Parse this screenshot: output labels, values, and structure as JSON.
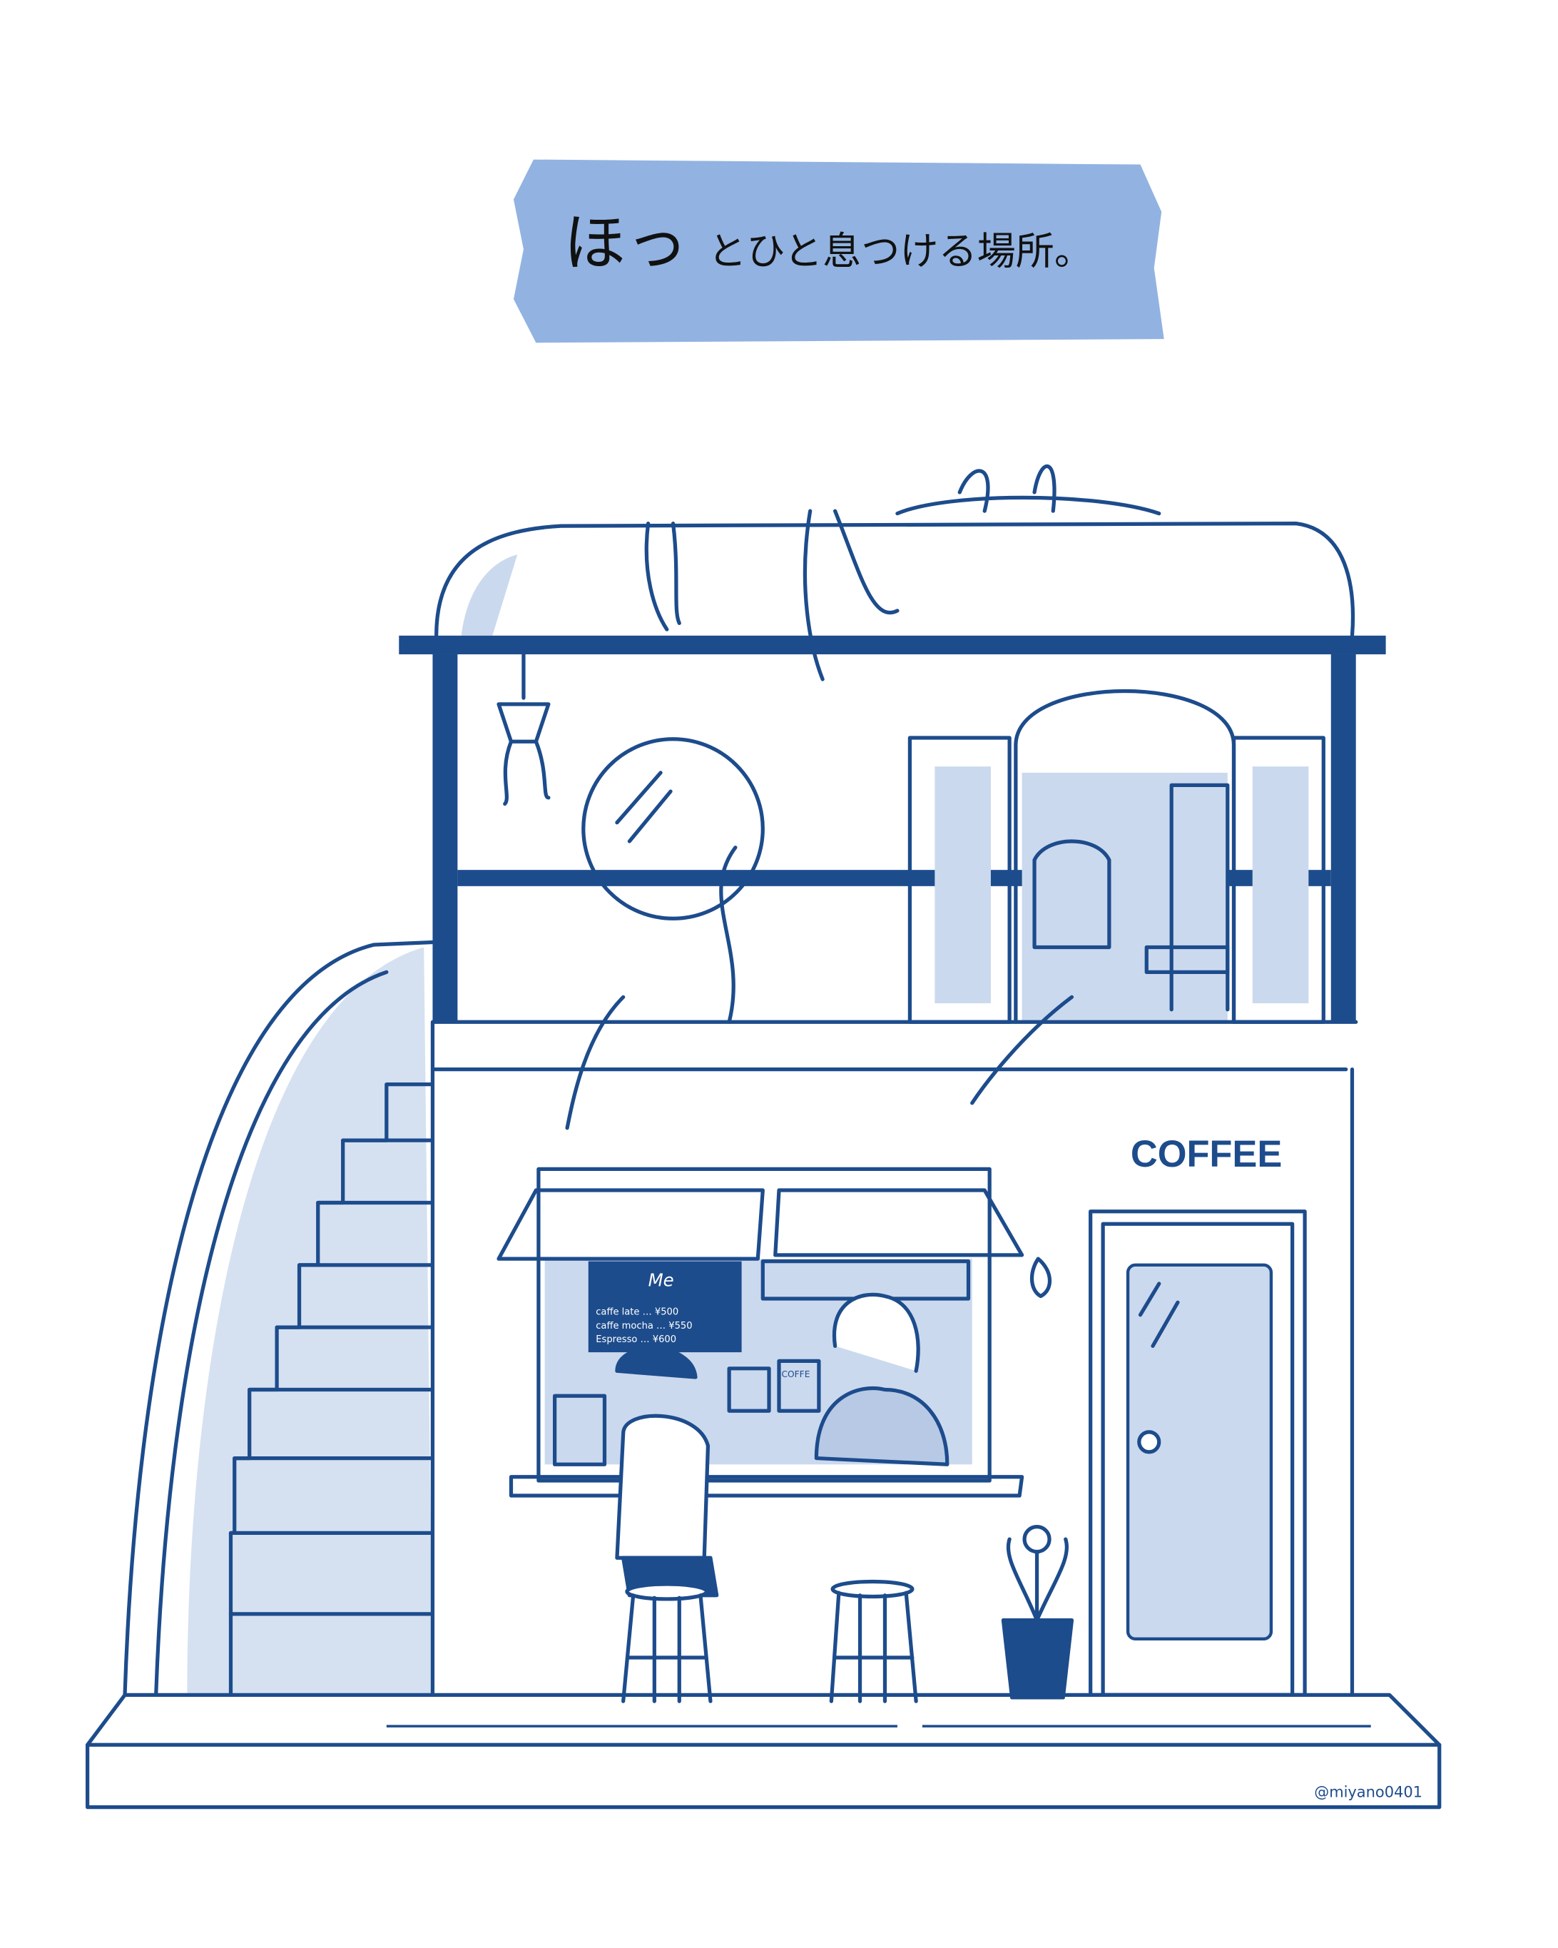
{
  "title": {
    "big": "ほっ",
    "rest": "とひと息つける場所。",
    "tape_color": "#7fa6dc"
  },
  "shop_sign": "COFFEE",
  "menu_board": {
    "heading": "Me",
    "items": [
      "caffe late … ¥500",
      "caffe mocha … ¥550",
      "Espresso … ¥600"
    ]
  },
  "coffee_box_label": "COFFE",
  "signature": "@miyano0401",
  "colors": {
    "line": "#1d4c8c",
    "wash": "#cbd9ee",
    "background": "#ffffff"
  }
}
